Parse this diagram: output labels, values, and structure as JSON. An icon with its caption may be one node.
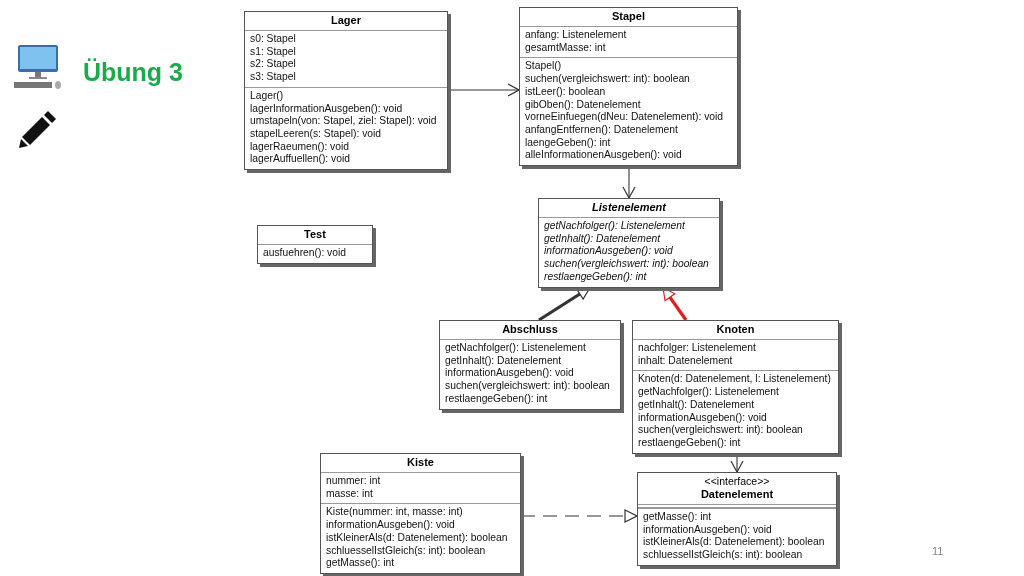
{
  "diagram": {
    "title": "Übung 3",
    "nodes": [
      {
        "text": [
          "Lager"
        ]
      },
      {
        "text": [
          "s0: Stapel",
          "s1: Stapel",
          "s2: Stapel",
          "s3: Stapel"
        ],
        "in": 0
      },
      {
        "text": [
          "Lager()",
          "lagerInformationAusgeben(): void",
          "umstapeln(von: Stapel, ziel: Stapel): void",
          "stapelLeeren(s: Stapel): void",
          "lagerRaeumen(): void",
          "lagerAuffuellen(): void"
        ],
        "in": 0
      },
      {
        "text": [
          "Stapel"
        ]
      },
      {
        "text": [
          "anfang: Listenelement",
          "gesamtMasse: int"
        ],
        "in": 3
      },
      {
        "text": [
          "Stapel()",
          "suchen(vergleichswert: int): boolean",
          "istLeer(): boolean",
          "gibOben(): Datenelement",
          "vorneEinfuegen(dNeu: Datenelement): void",
          "anfangEntfernen(): Datenelement",
          "laengeGeben(): int",
          "alleInformationenAusgeben(): void"
        ],
        "in": 3
      },
      {
        "text": [
          "Test"
        ]
      },
      {
        "text": [
          "ausfuehren(): void"
        ],
        "in": 6
      },
      {
        "text": [
          "Listenelement"
        ]
      },
      {
        "text": [
          "getNachfolger(): Listenelement",
          "getInhalt(): Datenelement",
          "informationAusgeben(): void",
          "suchen(vergleichswert: int): boolean",
          "restlaengeGeben(): int"
        ],
        "in": 8
      },
      {
        "text": [
          "Abschluss"
        ]
      },
      {
        "text": [
          "getNachfolger(): Listenelement",
          "getInhalt(): Datenelement",
          "informationAusgeben(): void",
          "suchen(vergleichswert: int): boolean",
          "restlaengeGeben(): int"
        ],
        "in": 10
      },
      {
        "text": [
          "Knoten"
        ]
      },
      {
        "text": [
          "nachfolger: Listenelement",
          "inhalt: Datenelement"
        ],
        "in": 12
      },
      {
        "text": [
          "Knoten(d: Datenelement, l: Listenelement)",
          "getNachfolger(): Listenelement",
          "getInhalt(): Datenelement",
          "informationAusgeben(): void",
          "suchen(vergleichswert: int): boolean",
          "restlaengeGeben(): int"
        ],
        "in": 12
      },
      {
        "text": [
          "Kiste"
        ]
      },
      {
        "text": [
          "nummer: int",
          "masse: int"
        ],
        "in": 15
      },
      {
        "text": [
          "Kiste(nummer: int, masse: int)",
          "informationAusgeben(): void",
          "istKleinerAls(d: Datenelement): boolean",
          "schluesselIstGleich(s: int): boolean",
          "getMasse(): int"
        ],
        "in": 15
      },
      {
        "text": [
          "<<interface>>",
          "Datenelement"
        ]
      },
      {
        "text": [],
        "shape": "box",
        "in": 18
      },
      {
        "text": [
          "getMasse(): int",
          "informationAusgeben(): void",
          "istKleinerAls(d: Datenelement): boolean",
          "schluesselIstGleich(s: int): boolean"
        ],
        "in": 18
      }
    ],
    "edges": [
      {
        "from": 0,
        "to": 3,
        "arrow": "to"
      },
      {
        "from": 3,
        "to": 8,
        "arrow": "to"
      },
      {
        "from": 10,
        "to": 8,
        "arrow": "to",
        "style": "thick"
      },
      {
        "from": 12,
        "to": 8,
        "arrow": "to",
        "style": "thick",
        "color": "#e02020"
      },
      {
        "from": 12,
        "to": 18,
        "arrow": "to"
      },
      {
        "from": 15,
        "to": 18,
        "arrow": "to",
        "style": "dashed"
      }
    ],
    "labels": [
      "11"
    ]
  }
}
